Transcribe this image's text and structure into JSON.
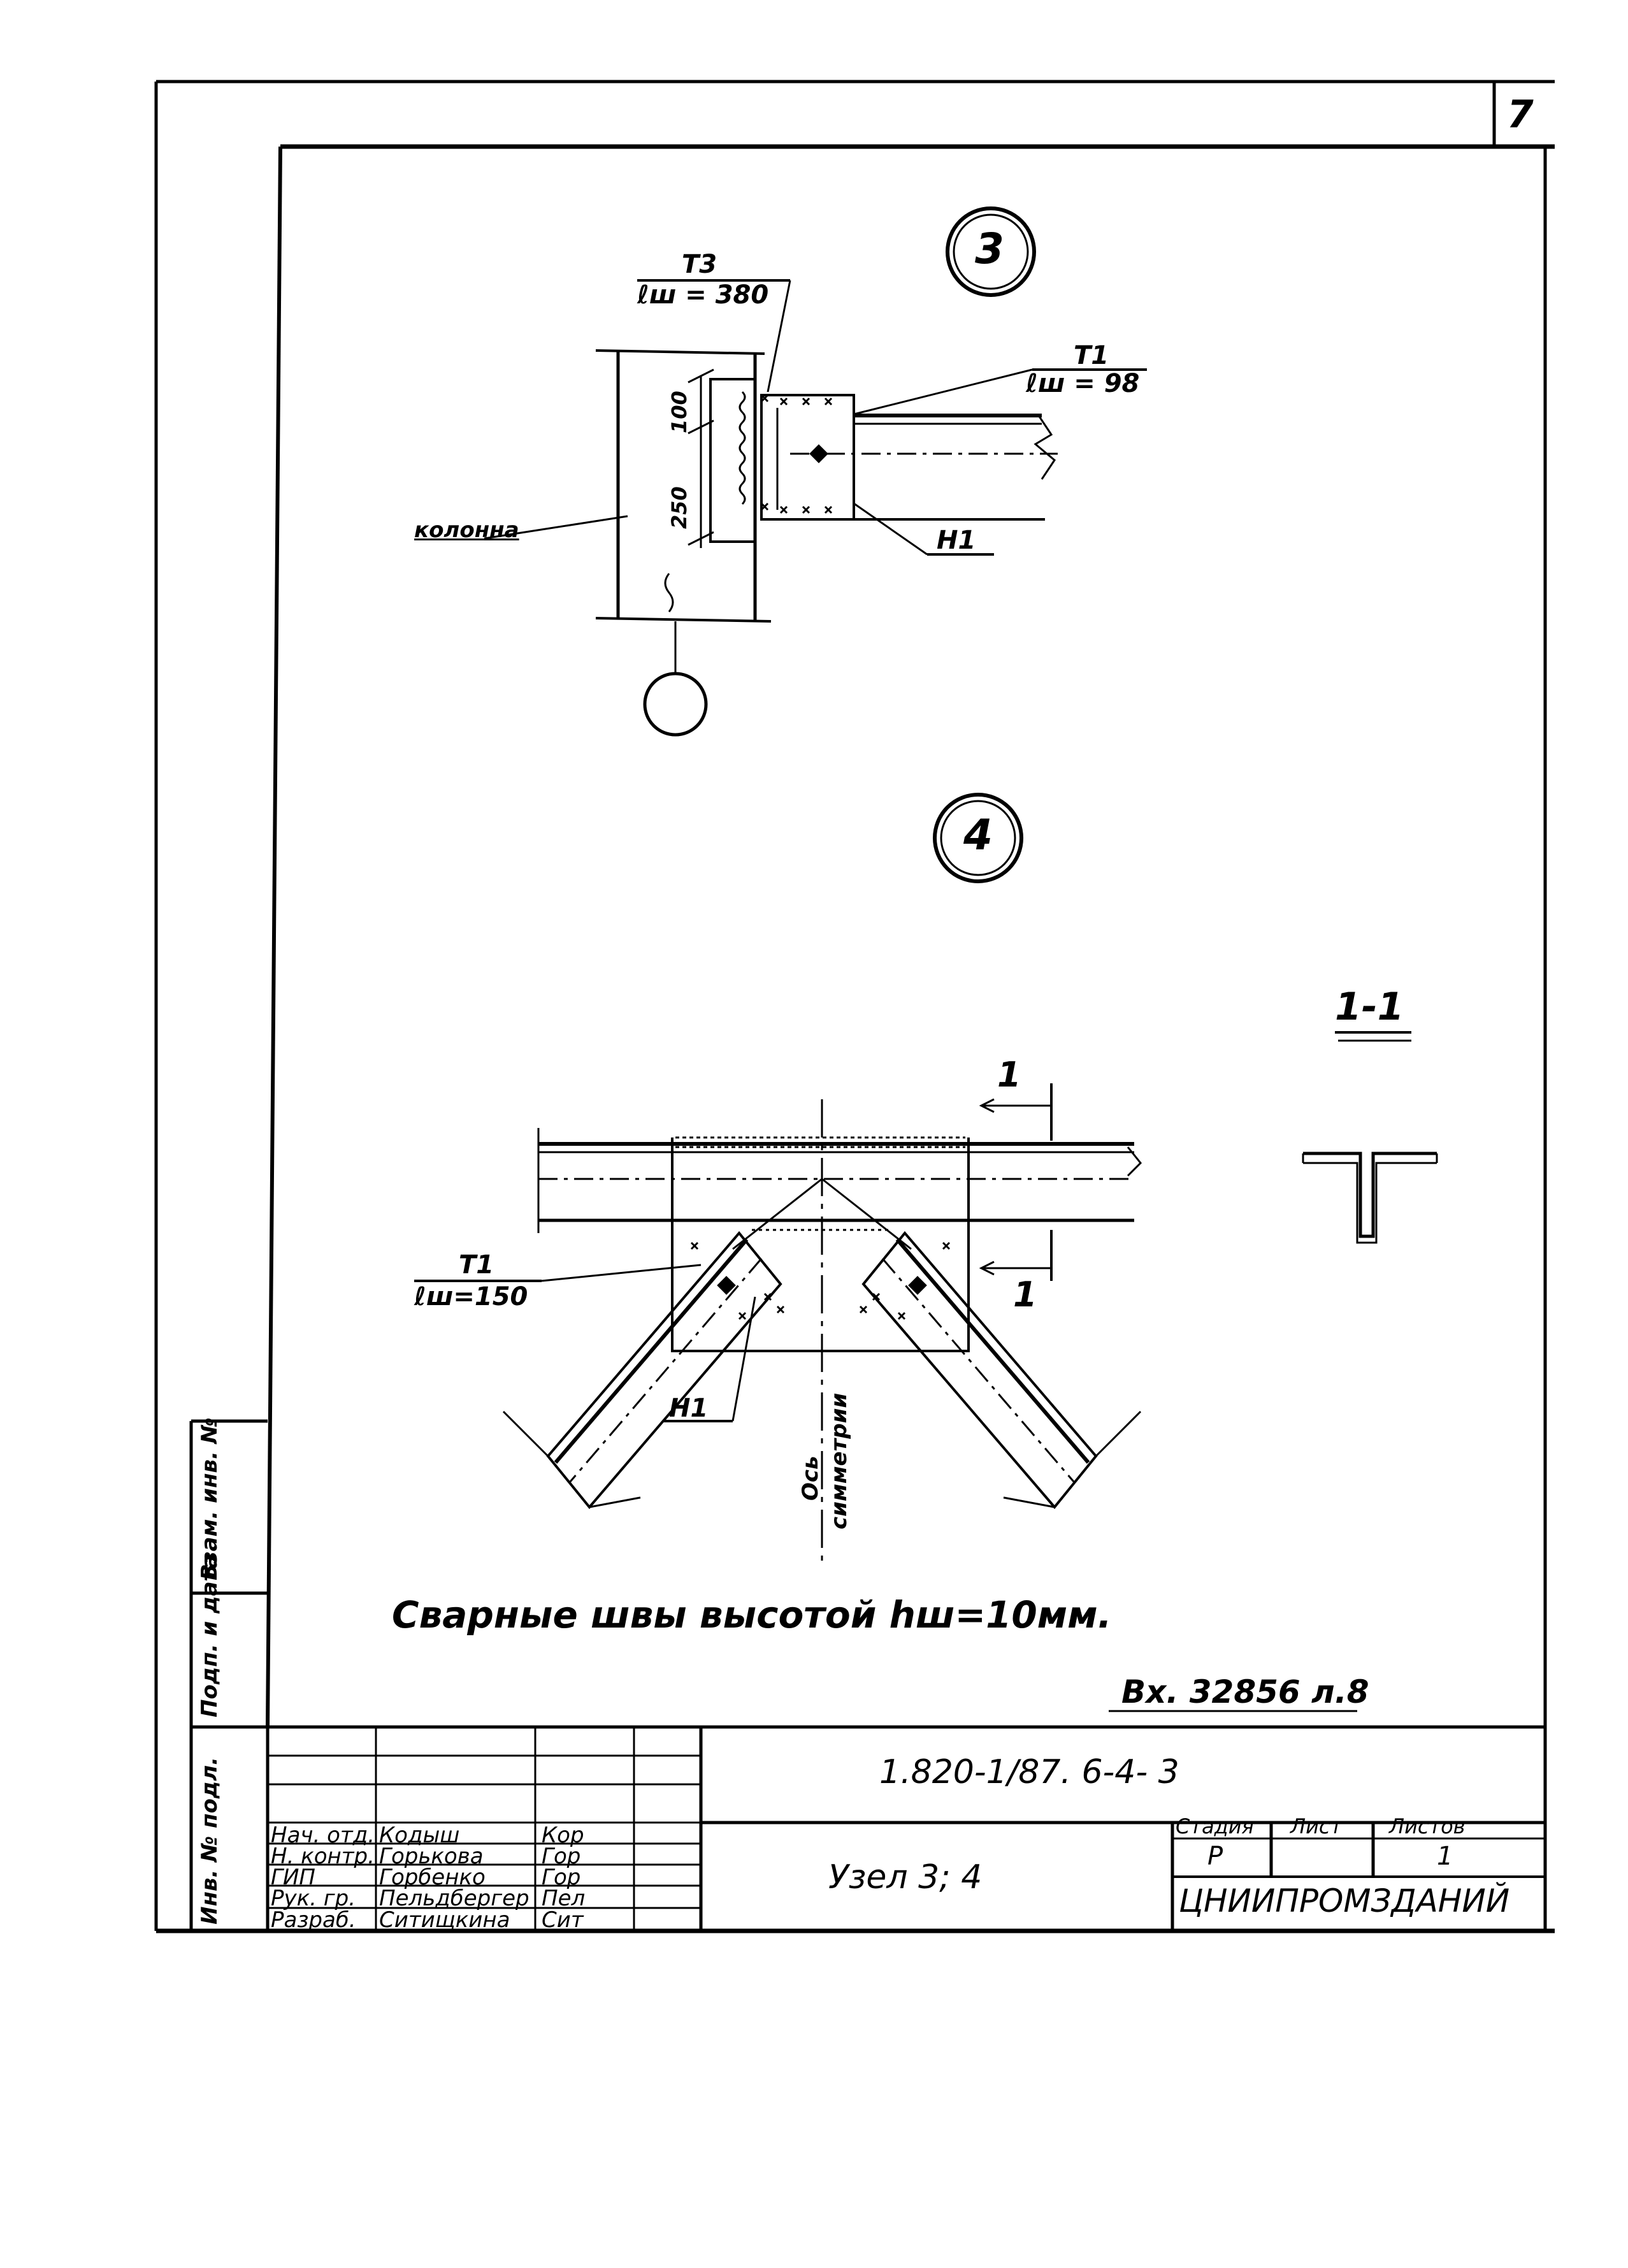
{
  "sheet": {
    "page_number": "7"
  },
  "node3": {
    "marker": "3",
    "weld_t3": {
      "mark": "Т3",
      "length": "ℓш = 380"
    },
    "weld_t1": {
      "mark": "Т1",
      "length": "ℓш = 98"
    },
    "dim_upper": "100",
    "dim_lower": "250",
    "column_label": "колонна",
    "weld_n1": "Н1"
  },
  "node4": {
    "marker": "4",
    "weld_t1": {
      "mark": "Т1",
      "length": "ℓш=150"
    },
    "weld_n1": "Н1",
    "section_mark": "1",
    "axis_label": [
      "Ось",
      "симметрии"
    ]
  },
  "section": {
    "title": "1-1"
  },
  "note": "Сварные швы высотой hш=10мм.",
  "reference": "Вх. 32856 л.8",
  "title_block": {
    "document_code": "1.820-1/87. 6-4- 3",
    "drawing_title": "Узел 3; 4",
    "organization": "ЦНИИПРОМЗДАНИЙ",
    "stage_header": "Стадия",
    "sheet_header": "Лист",
    "sheets_header": "Листов",
    "stage_value": "Р",
    "sheets_value": "1",
    "signatures": [
      {
        "role": "Нач. отд.",
        "name": "Кодыш",
        "sign": "Кор"
      },
      {
        "role": "Н. контр.",
        "name": "Горькова",
        "sign": "Гор"
      },
      {
        "role": "ГИП",
        "name": "Горбенко",
        "sign": "Гор"
      },
      {
        "role": "Рук. гр.",
        "name": "Пельдбергер",
        "sign": "Пел"
      },
      {
        "role": "Разраб.",
        "name": "Ситищкина",
        "sign": "Сит"
      }
    ]
  },
  "side_stamp": {
    "labels": [
      "Взам. инв. №",
      "Подп. и дата",
      "Инв. № подл."
    ]
  }
}
